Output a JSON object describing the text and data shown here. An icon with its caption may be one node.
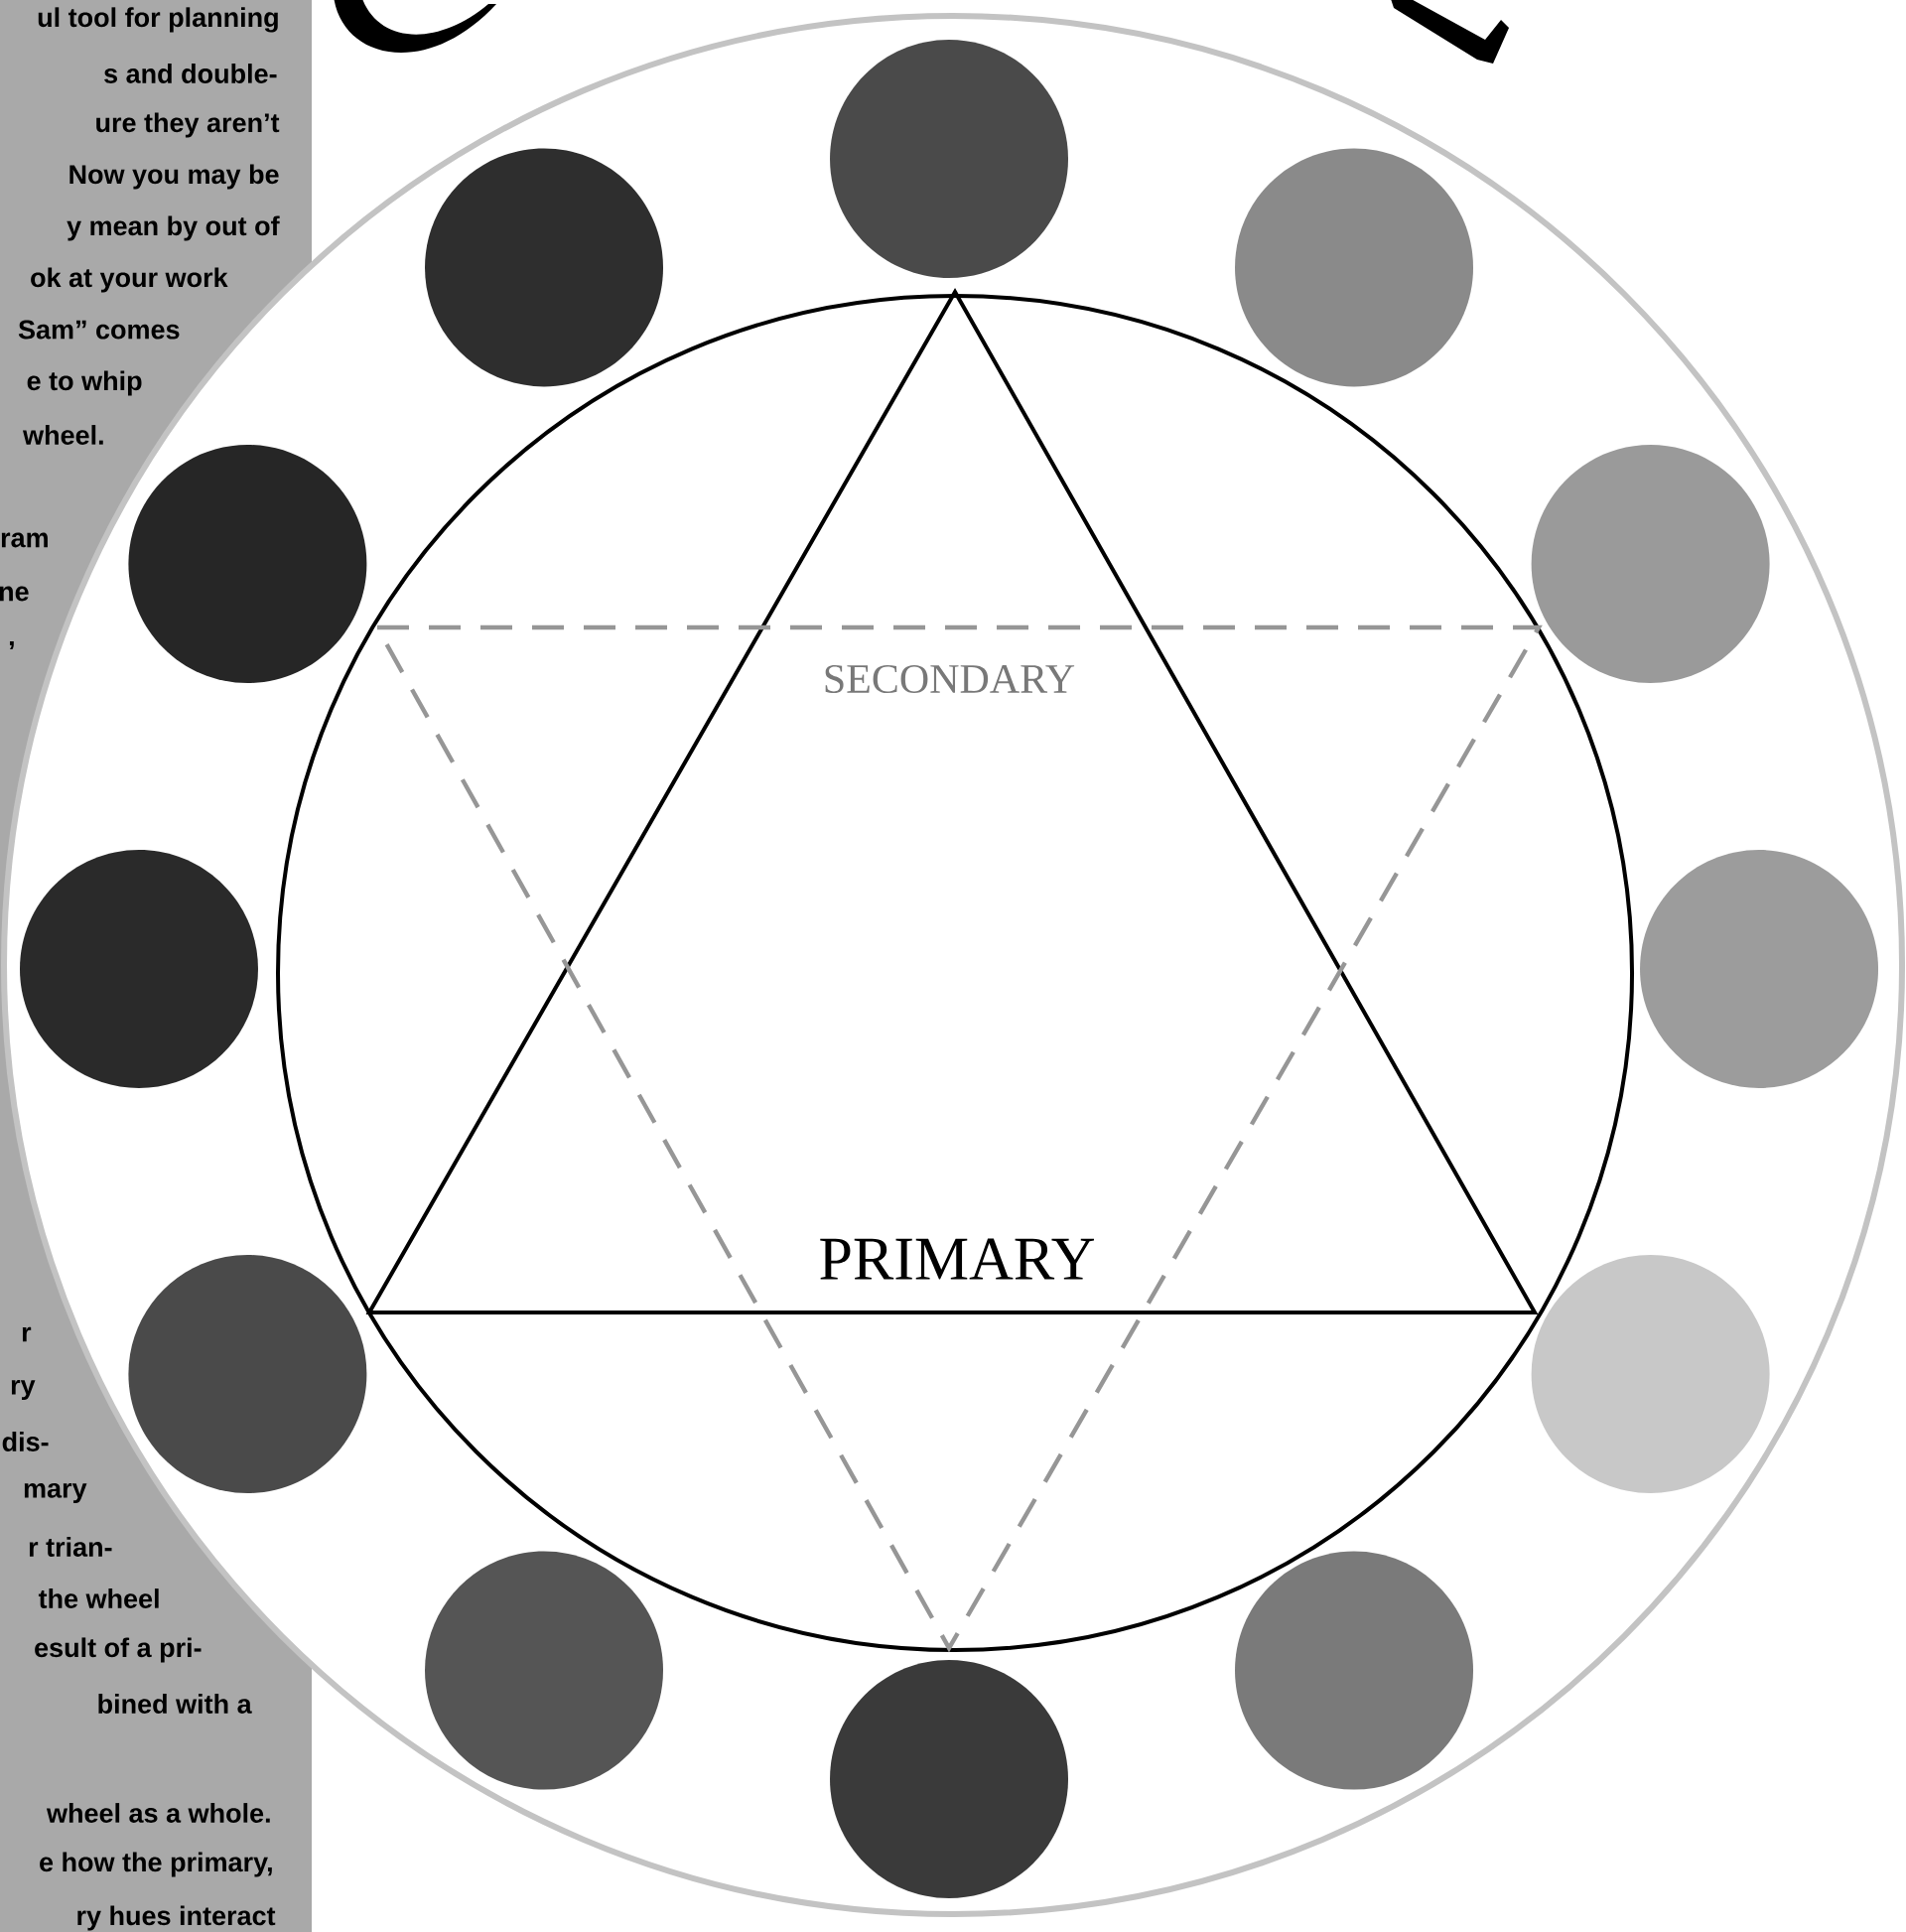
{
  "diagram": {
    "nodes": [
      {
        "text": [],
        "shape": "circle"
      },
      {
        "text": [],
        "shape": "circle"
      },
      {
        "text": [],
        "shape": "circle"
      },
      {
        "text": [],
        "shape": "circle"
      },
      {
        "text": [],
        "shape": "circle"
      },
      {
        "text": [],
        "shape": "circle"
      },
      {
        "text": [],
        "shape": "circle"
      },
      {
        "text": [],
        "shape": "circle"
      },
      {
        "text": [],
        "shape": "circle"
      },
      {
        "text": [],
        "shape": "circle"
      },
      {
        "text": [],
        "shape": "circle"
      },
      {
        "text": [],
        "shape": "circle"
      }
    ],
    "labels": [
      "ul tool for planning",
      "s and double-",
      "ure they aren’t",
      "Now you may be",
      "y mean by out of",
      "ok at your work",
      "Sam” comes",
      "e to whip",
      "wheel.",
      "ram",
      "ne",
      ",",
      "SECONDARY",
      "PRIMARY",
      "r",
      "ry",
      "dis-",
      "mary",
      "r trian-",
      "the wheel",
      "esult of a pri-",
      "bined with a",
      "wheel as a whole.",
      "e how the primary,",
      "ry hues interact"
    ]
  }
}
